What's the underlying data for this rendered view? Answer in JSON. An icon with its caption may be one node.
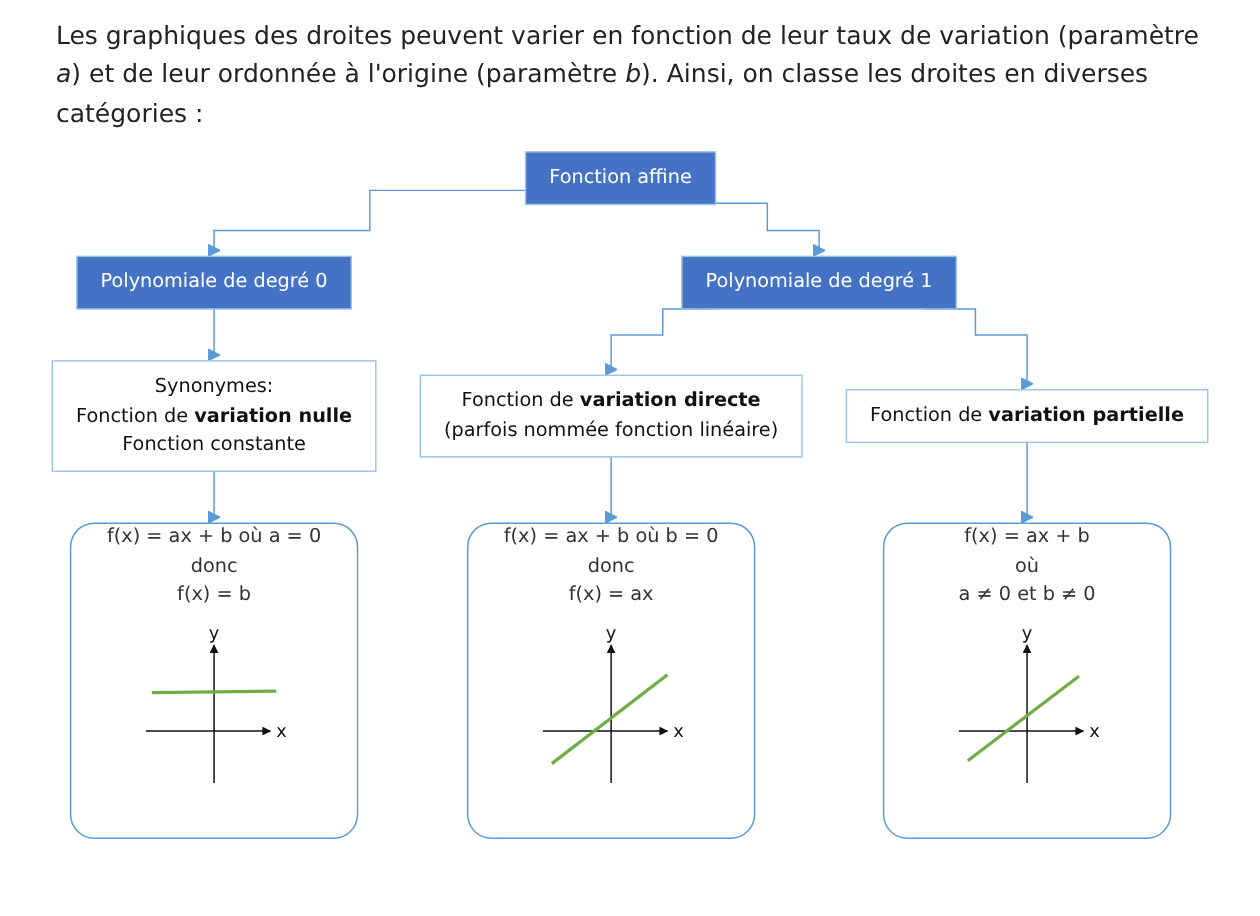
{
  "diagram": {
    "nodes": [
      {
        "text": [
          "Fonction affine"
        ]
      },
      {
        "text": [
          "Polynomiale de degré 0"
        ]
      },
      {
        "text": [
          "Polynomiale de degré 1"
        ]
      },
      {
        "text": [
          "Synonymes:",
          "Fonction de **variation nulle**",
          "Fonction constante"
        ]
      },
      {
        "text": [
          "Fonction de **variation directe**",
          "(parfois nommée fonction linéaire)"
        ]
      },
      {
        "text": [
          "Fonction de **variation partielle**"
        ]
      },
      {
        "text": [
          "f(x) = ax + b où a = 0",
          "donc",
          "f(x) = b"
        ]
      },
      {
        "text": [],
        "shape": "picture",
        "in": 6
      },
      {
        "text": [
          "f(x) = ax + b où b = 0",
          "donc",
          "f(x) = ax"
        ]
      },
      {
        "text": [],
        "shape": "picture",
        "in": 8
      },
      {
        "text": [
          "f(x) = ax + b",
          "où",
          "a ≠ 0 et b ≠ 0"
        ]
      },
      {
        "text": [],
        "shape": "picture",
        "in": 10
      }
    ],
    "edges": [
      {
        "from": 0,
        "to": 1,
        "arrow": "to"
      },
      {
        "from": 0,
        "to": 2,
        "arrow": "to"
      },
      {
        "from": 1,
        "to": 3,
        "arrow": "to"
      },
      {
        "from": 2,
        "to": 4,
        "arrow": "to"
      },
      {
        "from": 2,
        "to": 5,
        "arrow": "to"
      },
      {
        "from": 3,
        "to": 6,
        "arrow": "to"
      },
      {
        "from": 4,
        "to": 8,
        "arrow": "to"
      },
      {
        "from": 5,
        "to": 10,
        "arrow": "to"
      }
    ],
    "labels": [
      "Les graphiques des droites peuvent varier en fonction de leur taux de variation (paramètre *a*) et de leur ordonnée à l'origine (paramètre *b*). Ainsi, on classe les droites en diverses catégories :",
      "y",
      "x",
      "y",
      "x",
      "y",
      "x"
    ]
  }
}
